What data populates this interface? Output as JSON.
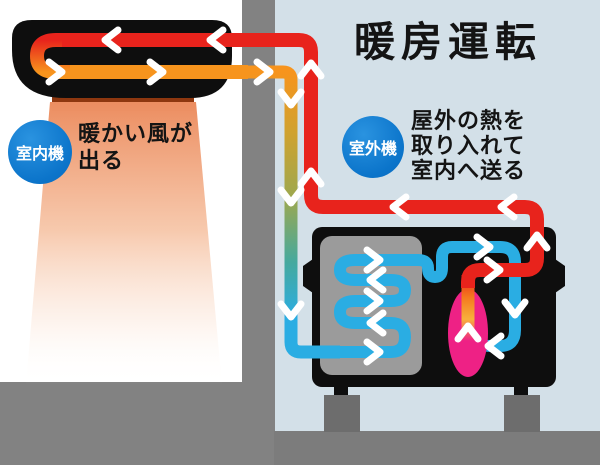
{
  "title": "暖房運転",
  "indoor": {
    "badge_label": "室内機",
    "caption": {
      "line1": "暖かい風が",
      "line2": "出る"
    }
  },
  "outdoor": {
    "badge_label": "室外機",
    "caption": {
      "line1": "屋外の熱を",
      "line2": "取り入れて",
      "line3": "室内へ送る"
    }
  },
  "colors": {
    "hot_pipe": "#e8231c",
    "warm_pipe": "#f7941d",
    "cold_pipe": "#2aade3",
    "compressor_pink": "#ee2185",
    "badge_blue": "#0c7cd4",
    "unit_black": "#0e0e0e",
    "heat_exchanger_gray": "#9b9b9b",
    "wall_gray": "#828282",
    "ground_gray": "#7c7c7c",
    "foot_gray": "#6d6d6d",
    "outdoor_sky": "#d3e0e8",
    "outlet_brown": "#8e370f",
    "warm_air": "#ec8e61",
    "arrow_white": "#ffffff",
    "text_black": "#141414"
  }
}
